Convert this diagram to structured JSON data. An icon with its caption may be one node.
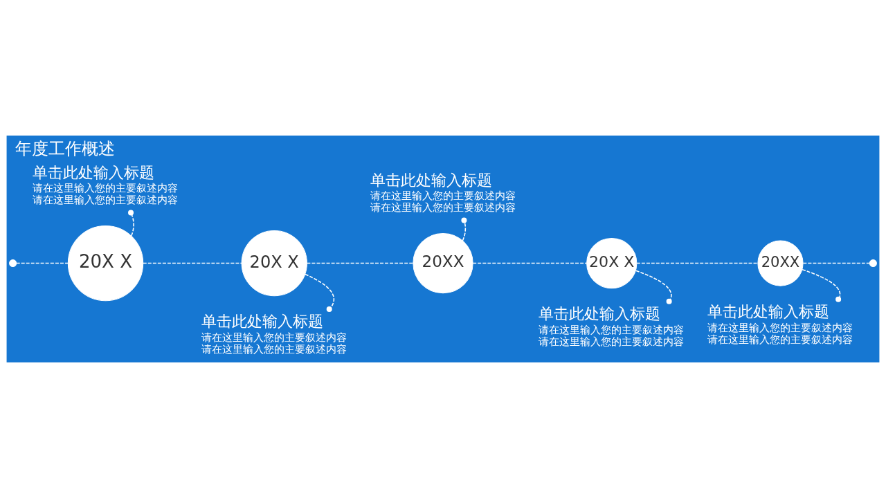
{
  "diagram": {
    "title": "年度工作概述",
    "nodes": [
      {
        "text": [],
        "shape": "circle"
      },
      {
        "text": [
          "20X X"
        ]
      },
      {
        "text": [
          "20X X"
        ]
      },
      {
        "text": [
          "20XX"
        ]
      },
      {
        "text": [
          "20X X"
        ]
      },
      {
        "text": [
          "20XX"
        ]
      },
      {
        "text": [],
        "shape": "circle"
      },
      {
        "text": [
          "单击此处输入标题",
          "请在这里输入您的主要叙述内容请在这里输入您的主要叙述内容"
        ]
      },
      {
        "text": [
          "单击此处输入标题",
          "请在这里输入您的主要叙述内容请在这里输入您的主要叙述内容"
        ]
      },
      {
        "text": [
          "单击此处输入标题",
          "请在这里输入您的主要叙述内容请在这里输入您的主要叙述内容"
        ]
      },
      {
        "text": [
          "单击此处输入标题",
          "请在这里输入您的主要叙述内容请在这里输入您的主要叙述内容"
        ]
      },
      {
        "text": [
          "单击此处输入标题",
          "请在这里输入您的主要叙述内容请在这里输入您的主要叙述内容"
        ]
      }
    ],
    "edges": [
      {
        "from": 0,
        "to": 1,
        "arrow": "none",
        "style": "dashed"
      },
      {
        "from": 1,
        "to": 2,
        "arrow": "none",
        "style": "dashed"
      },
      {
        "from": 2,
        "to": 3,
        "arrow": "none",
        "style": "dashed"
      },
      {
        "from": 3,
        "to": 4,
        "arrow": "none",
        "style": "dashed"
      },
      {
        "from": 4,
        "to": 5,
        "arrow": "none",
        "style": "dashed"
      },
      {
        "from": 5,
        "to": 6,
        "arrow": "none",
        "style": "dashed"
      },
      {
        "from": 1,
        "to": 7,
        "arrow": "other",
        "style": "dashed"
      },
      {
        "from": 2,
        "to": 8,
        "arrow": "other",
        "style": "dashed"
      },
      {
        "from": 3,
        "to": 9,
        "arrow": "other",
        "style": "dashed"
      },
      {
        "from": 4,
        "to": 10,
        "arrow": "other",
        "style": "dashed"
      },
      {
        "from": 5,
        "to": 11,
        "arrow": "other",
        "style": "dashed"
      }
    ]
  }
}
